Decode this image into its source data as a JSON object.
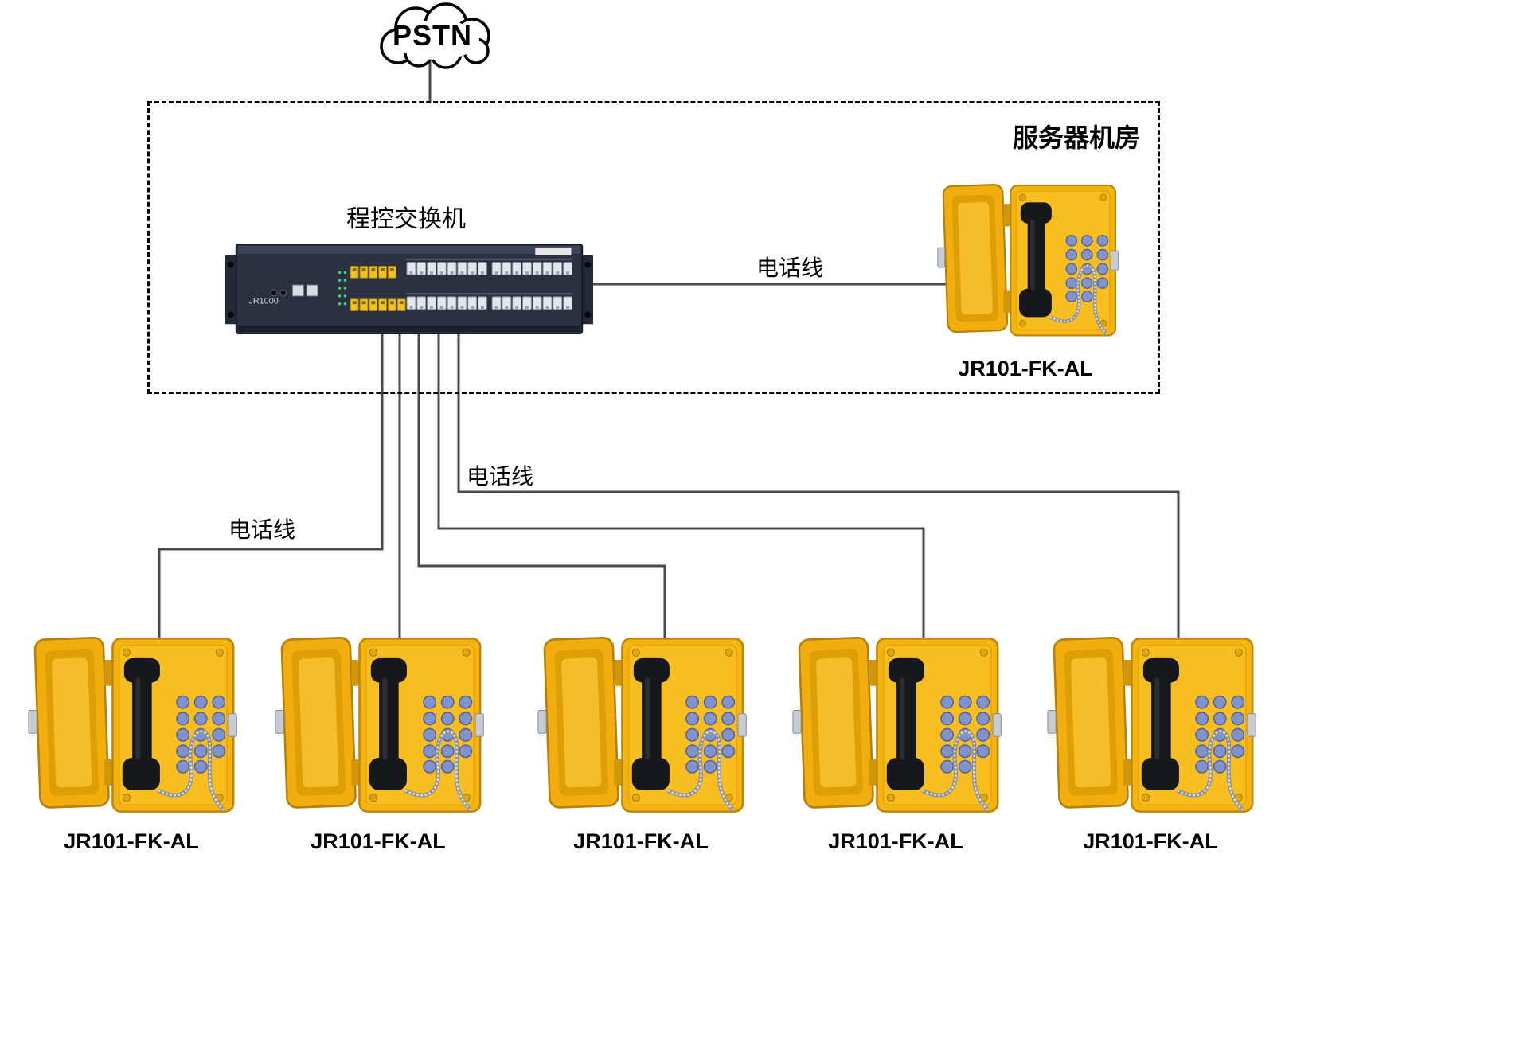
{
  "cloud": {
    "label": "PSTN"
  },
  "server_room": {
    "title": "服务器机房"
  },
  "switch": {
    "caption": "程控交换机",
    "model": "JR1000"
  },
  "line_labels": {
    "server_phone": "电话线",
    "upper_branch": "电话线",
    "lower_branch": "电话线"
  },
  "phones": [
    {
      "model": "JR101-FK-AL"
    },
    {
      "model": "JR101-FK-AL"
    },
    {
      "model": "JR101-FK-AL"
    },
    {
      "model": "JR101-FK-AL"
    },
    {
      "model": "JR101-FK-AL"
    },
    {
      "model": "JR101-FK-AL"
    }
  ]
}
